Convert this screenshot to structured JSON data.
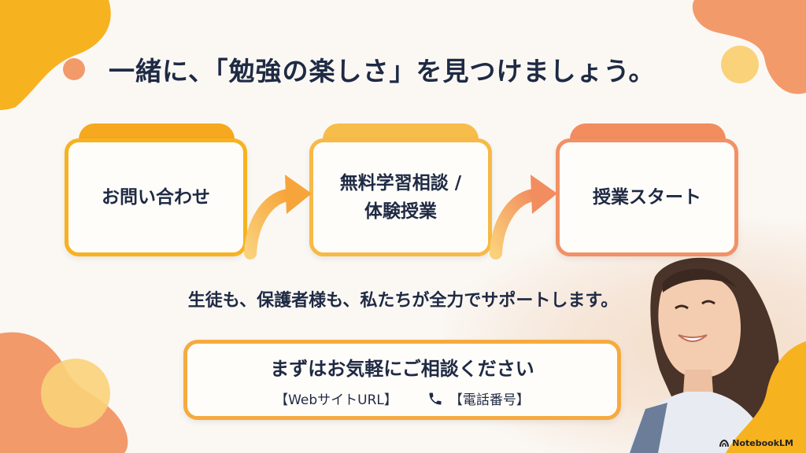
{
  "title": "一緒に、「勉強の楽しさ」を見つけましょう。",
  "steps": [
    {
      "label": "お問い合わせ",
      "color": "#f7b21f",
      "tab_color": "#f6a81f"
    },
    {
      "label": "無料学習相談 /\n体験授業",
      "color": "#f7b947",
      "tab_color": "#f7bd4a"
    },
    {
      "label": "授業スタート",
      "color": "#f29165",
      "tab_color": "#f28d5f"
    }
  ],
  "tagline": "生徒も、保護者様も、私たちが全力でサポートします。",
  "cta": {
    "title": "まずはお気軽にご相談ください",
    "web": "【WebサイトURL】",
    "phone": "【電話番号】",
    "phone_icon": "phone-icon"
  },
  "brand": {
    "name": "NotebookLM"
  },
  "colors": {
    "orange": "#f28d5f",
    "yellow": "#f7b21f",
    "navy": "#1f2a44"
  }
}
